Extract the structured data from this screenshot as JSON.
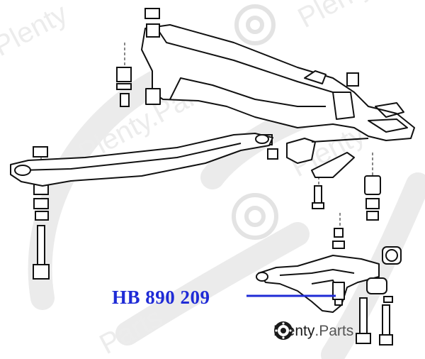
{
  "callout": {
    "part_number": "HB 890 209",
    "color": "#1f2bd6"
  },
  "brand": {
    "name_strong": "Plenty",
    "name_light": ".Parts",
    "watermark_text": "Plenty.Parts",
    "logo_icon": "gear-disc-icon"
  },
  "colors": {
    "line": "#111111",
    "watermark": "#e6e6e6"
  }
}
